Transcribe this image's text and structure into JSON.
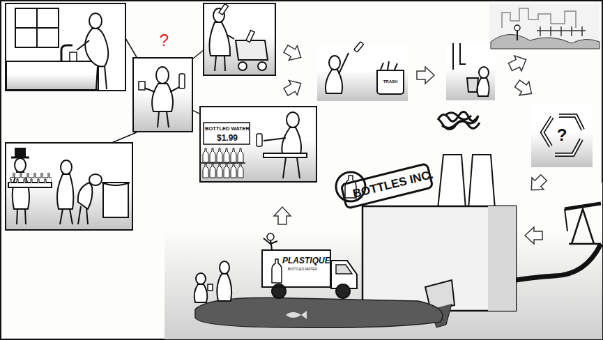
{
  "diagram": {
    "nodes": [
      {
        "text": [
          "?"
        ]
      },
      {
        "text": [
          "BOTTLED WATER",
          "$1.99"
        ]
      },
      {
        "text": [
          "TRASH"
        ]
      },
      {
        "text": [
          "?"
        ]
      },
      {
        "text": [
          "BOTTLES INC."
        ]
      },
      {
        "text": [
          "PLASTIQUE",
          "BOTTLED WATER"
        ]
      }
    ],
    "edges": [
      {
        "from": 0,
        "to": 1,
        "arrow": "none"
      }
    ]
  }
}
